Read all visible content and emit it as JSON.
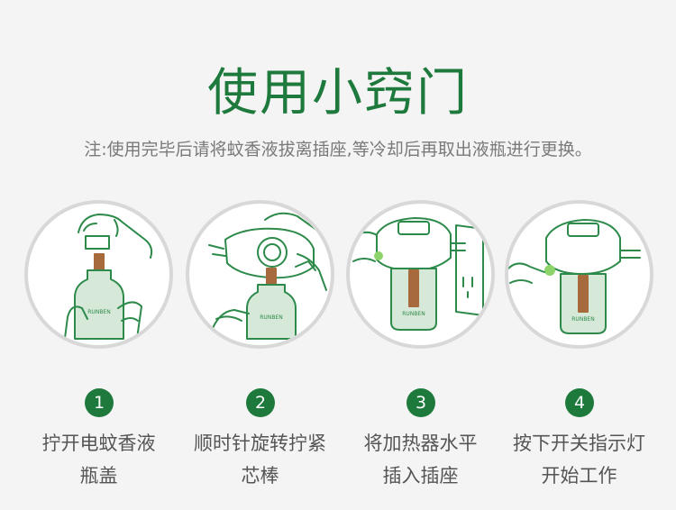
{
  "title": "使用小窍门",
  "note": "注:使用完毕后请将蚊香液拔离插座,等冷却后再取出液瓶进行更换。",
  "colors": {
    "brand_green": "#1e7a3c",
    "stroke_green": "#2d8a4a",
    "bottle_green": "#d6e9d8",
    "wick_brown": "#a66a3c",
    "indicator_green": "#8cd36a",
    "text_gray": "#7a7a7a"
  },
  "brand_text": "RUNBEN",
  "steps": [
    {
      "number": "1",
      "line1": "拧开电蚊香液",
      "line2": "瓶盖",
      "icon": "unscrew-cap-icon"
    },
    {
      "number": "2",
      "line1": "顺时针旋转拧紧",
      "line2": "芯棒",
      "icon": "twist-heater-icon"
    },
    {
      "number": "3",
      "line1": "将加热器水平",
      "line2": "插入插座",
      "icon": "plug-in-icon"
    },
    {
      "number": "4",
      "line1": "按下开关指示灯",
      "line2": "开始工作",
      "icon": "press-switch-icon"
    }
  ]
}
